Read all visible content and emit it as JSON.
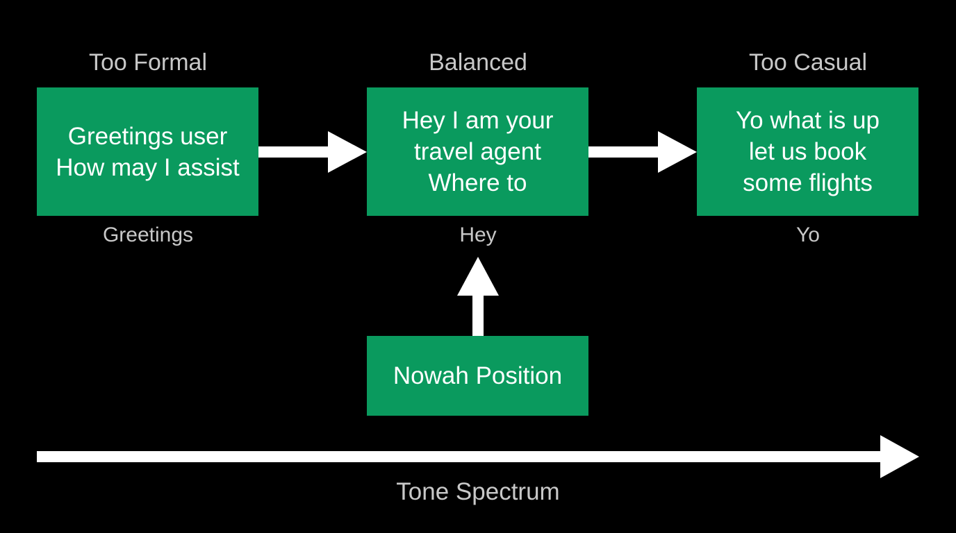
{
  "columns": [
    {
      "heading": "Too Formal",
      "lines": [
        "Greetings user",
        "How may I assist"
      ],
      "sublabel": "Greetings"
    },
    {
      "heading": "Balanced",
      "lines": [
        "Hey I am your",
        "travel agent",
        "Where to"
      ],
      "sublabel": "Hey"
    },
    {
      "heading": "Too Casual",
      "lines": [
        "Yo what is up",
        "let us book",
        "some flights"
      ],
      "sublabel": "Yo"
    }
  ],
  "position_box": {
    "label": "Nowah Position"
  },
  "axis": {
    "label": "Tone Spectrum"
  },
  "colors": {
    "background": "#000000",
    "box_fill": "#0a9a5e",
    "box_text": "#ffffff",
    "label_text": "#c8c8c8",
    "arrow": "#ffffff"
  }
}
